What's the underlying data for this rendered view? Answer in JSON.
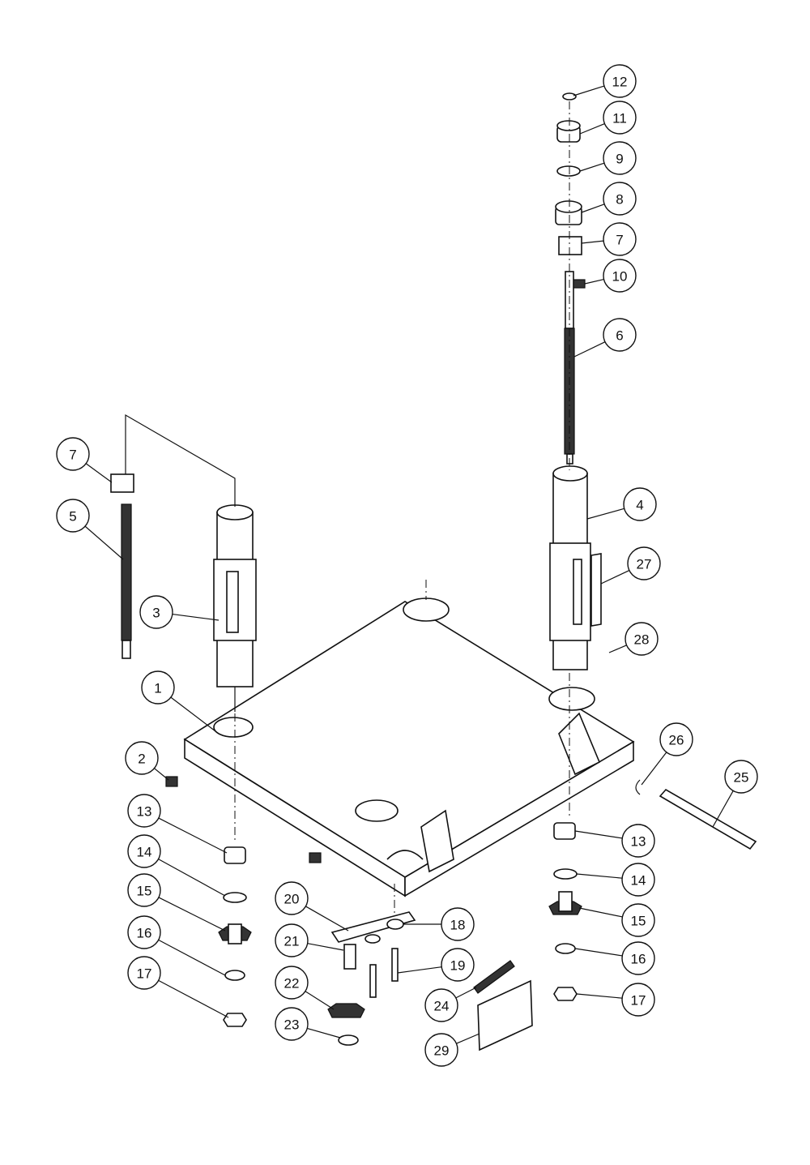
{
  "diagram": {
    "type": "exploded-parts-view",
    "callouts": [
      "12",
      "11",
      "9",
      "8",
      "7",
      "10",
      "6",
      "4",
      "27",
      "28",
      "26",
      "25",
      "13",
      "14",
      "15",
      "16",
      "17",
      "7",
      "5",
      "3",
      "1",
      "2",
      "13",
      "14",
      "15",
      "16",
      "17",
      "20",
      "18",
      "21",
      "19",
      "22",
      "24",
      "23",
      "29"
    ]
  }
}
